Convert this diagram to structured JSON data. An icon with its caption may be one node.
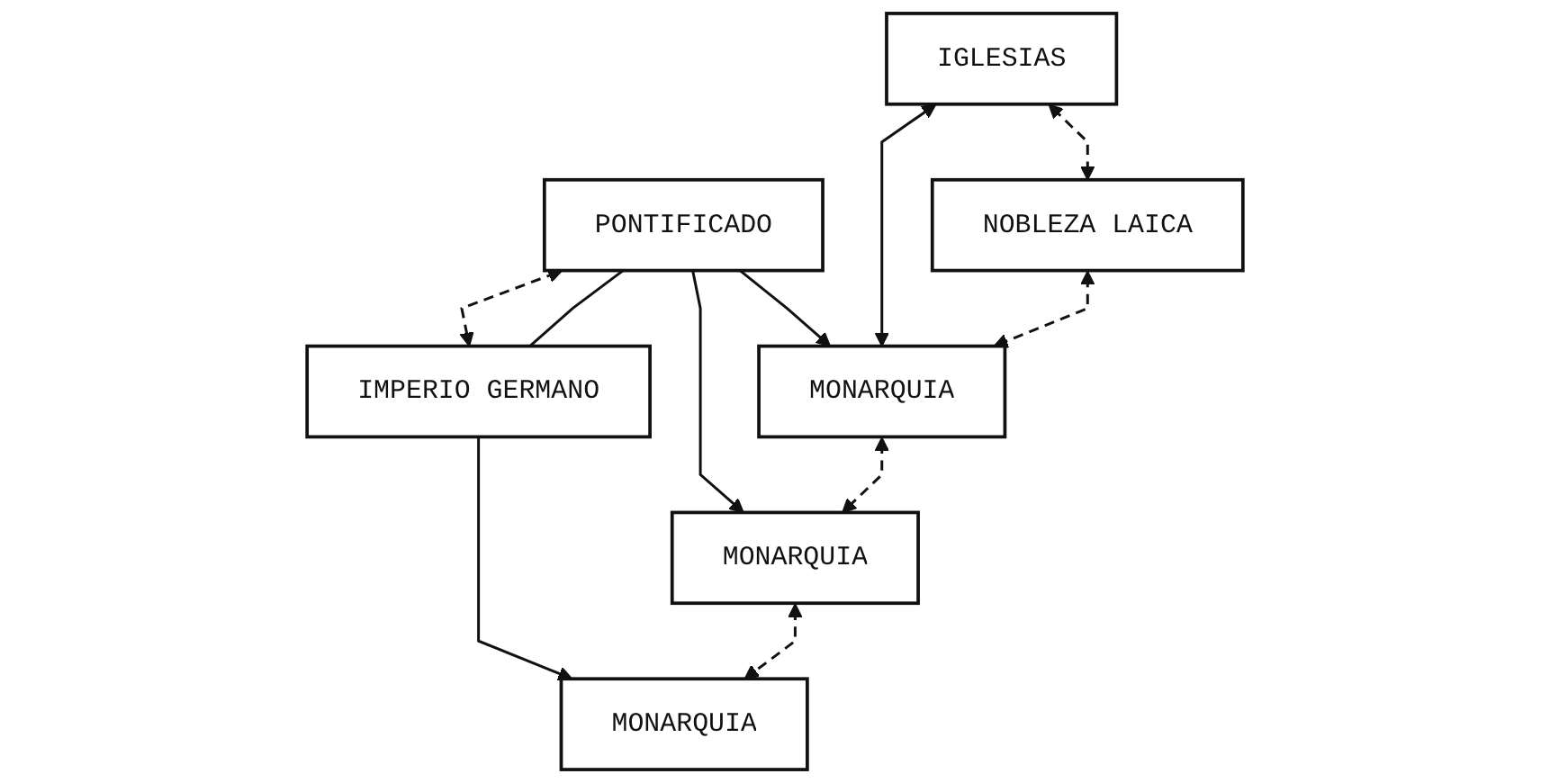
{
  "diagram": {
    "nodes": [
      {
        "text": [
          "IGLESIAS"
        ]
      },
      {
        "text": [
          "PONTIFICADO"
        ]
      },
      {
        "text": [
          "NOBLEZA LAICA"
        ]
      },
      {
        "text": [
          "IMPERIO GERMANO"
        ]
      },
      {
        "text": [
          "MONARQUIA"
        ]
      },
      {
        "text": [
          "MONARQUIA"
        ]
      },
      {
        "text": [
          "MONARQUIA"
        ]
      }
    ],
    "edges": [
      {
        "from": 0,
        "to": 2,
        "arrow": "both",
        "style": "dashed"
      },
      {
        "from": 0,
        "to": 4,
        "arrow": "both"
      },
      {
        "from": 2,
        "to": 4,
        "arrow": "both",
        "style": "dashed"
      },
      {
        "from": 1,
        "to": 4,
        "arrow": "to"
      },
      {
        "from": 1,
        "to": 5,
        "arrow": "to"
      },
      {
        "from": 1,
        "to": 3,
        "arrow": "none"
      },
      {
        "from": 1,
        "to": 3,
        "arrow": "both",
        "style": "dashed"
      },
      {
        "from": 3,
        "to": 6,
        "arrow": "to"
      },
      {
        "from": 4,
        "to": 5,
        "arrow": "both",
        "style": "dashed"
      },
      {
        "from": 5,
        "to": 6,
        "arrow": "both",
        "style": "dashed"
      }
    ]
  }
}
